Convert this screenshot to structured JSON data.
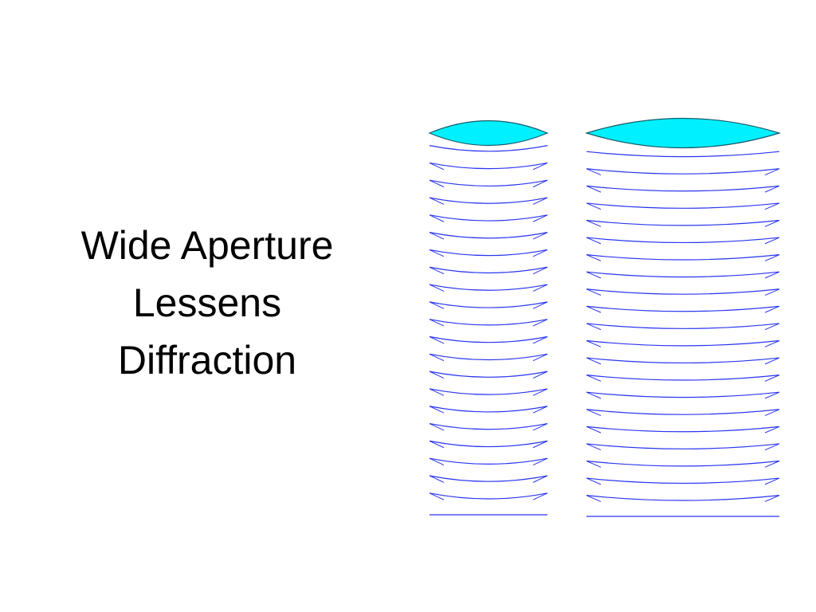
{
  "slide": {
    "title_lines": [
      "Wide Aperture",
      "Lessens",
      "Diffraction"
    ]
  },
  "figure": {
    "colors": {
      "wave_line": "#2b35f0",
      "wavefront_fill": "#00f0ff",
      "wavefront_stroke": "#1a5a6a"
    },
    "panels": [
      {
        "name": "narrow-aperture",
        "wave_lines": 22
      },
      {
        "name": "wide-aperture",
        "wave_lines": 22
      }
    ]
  }
}
